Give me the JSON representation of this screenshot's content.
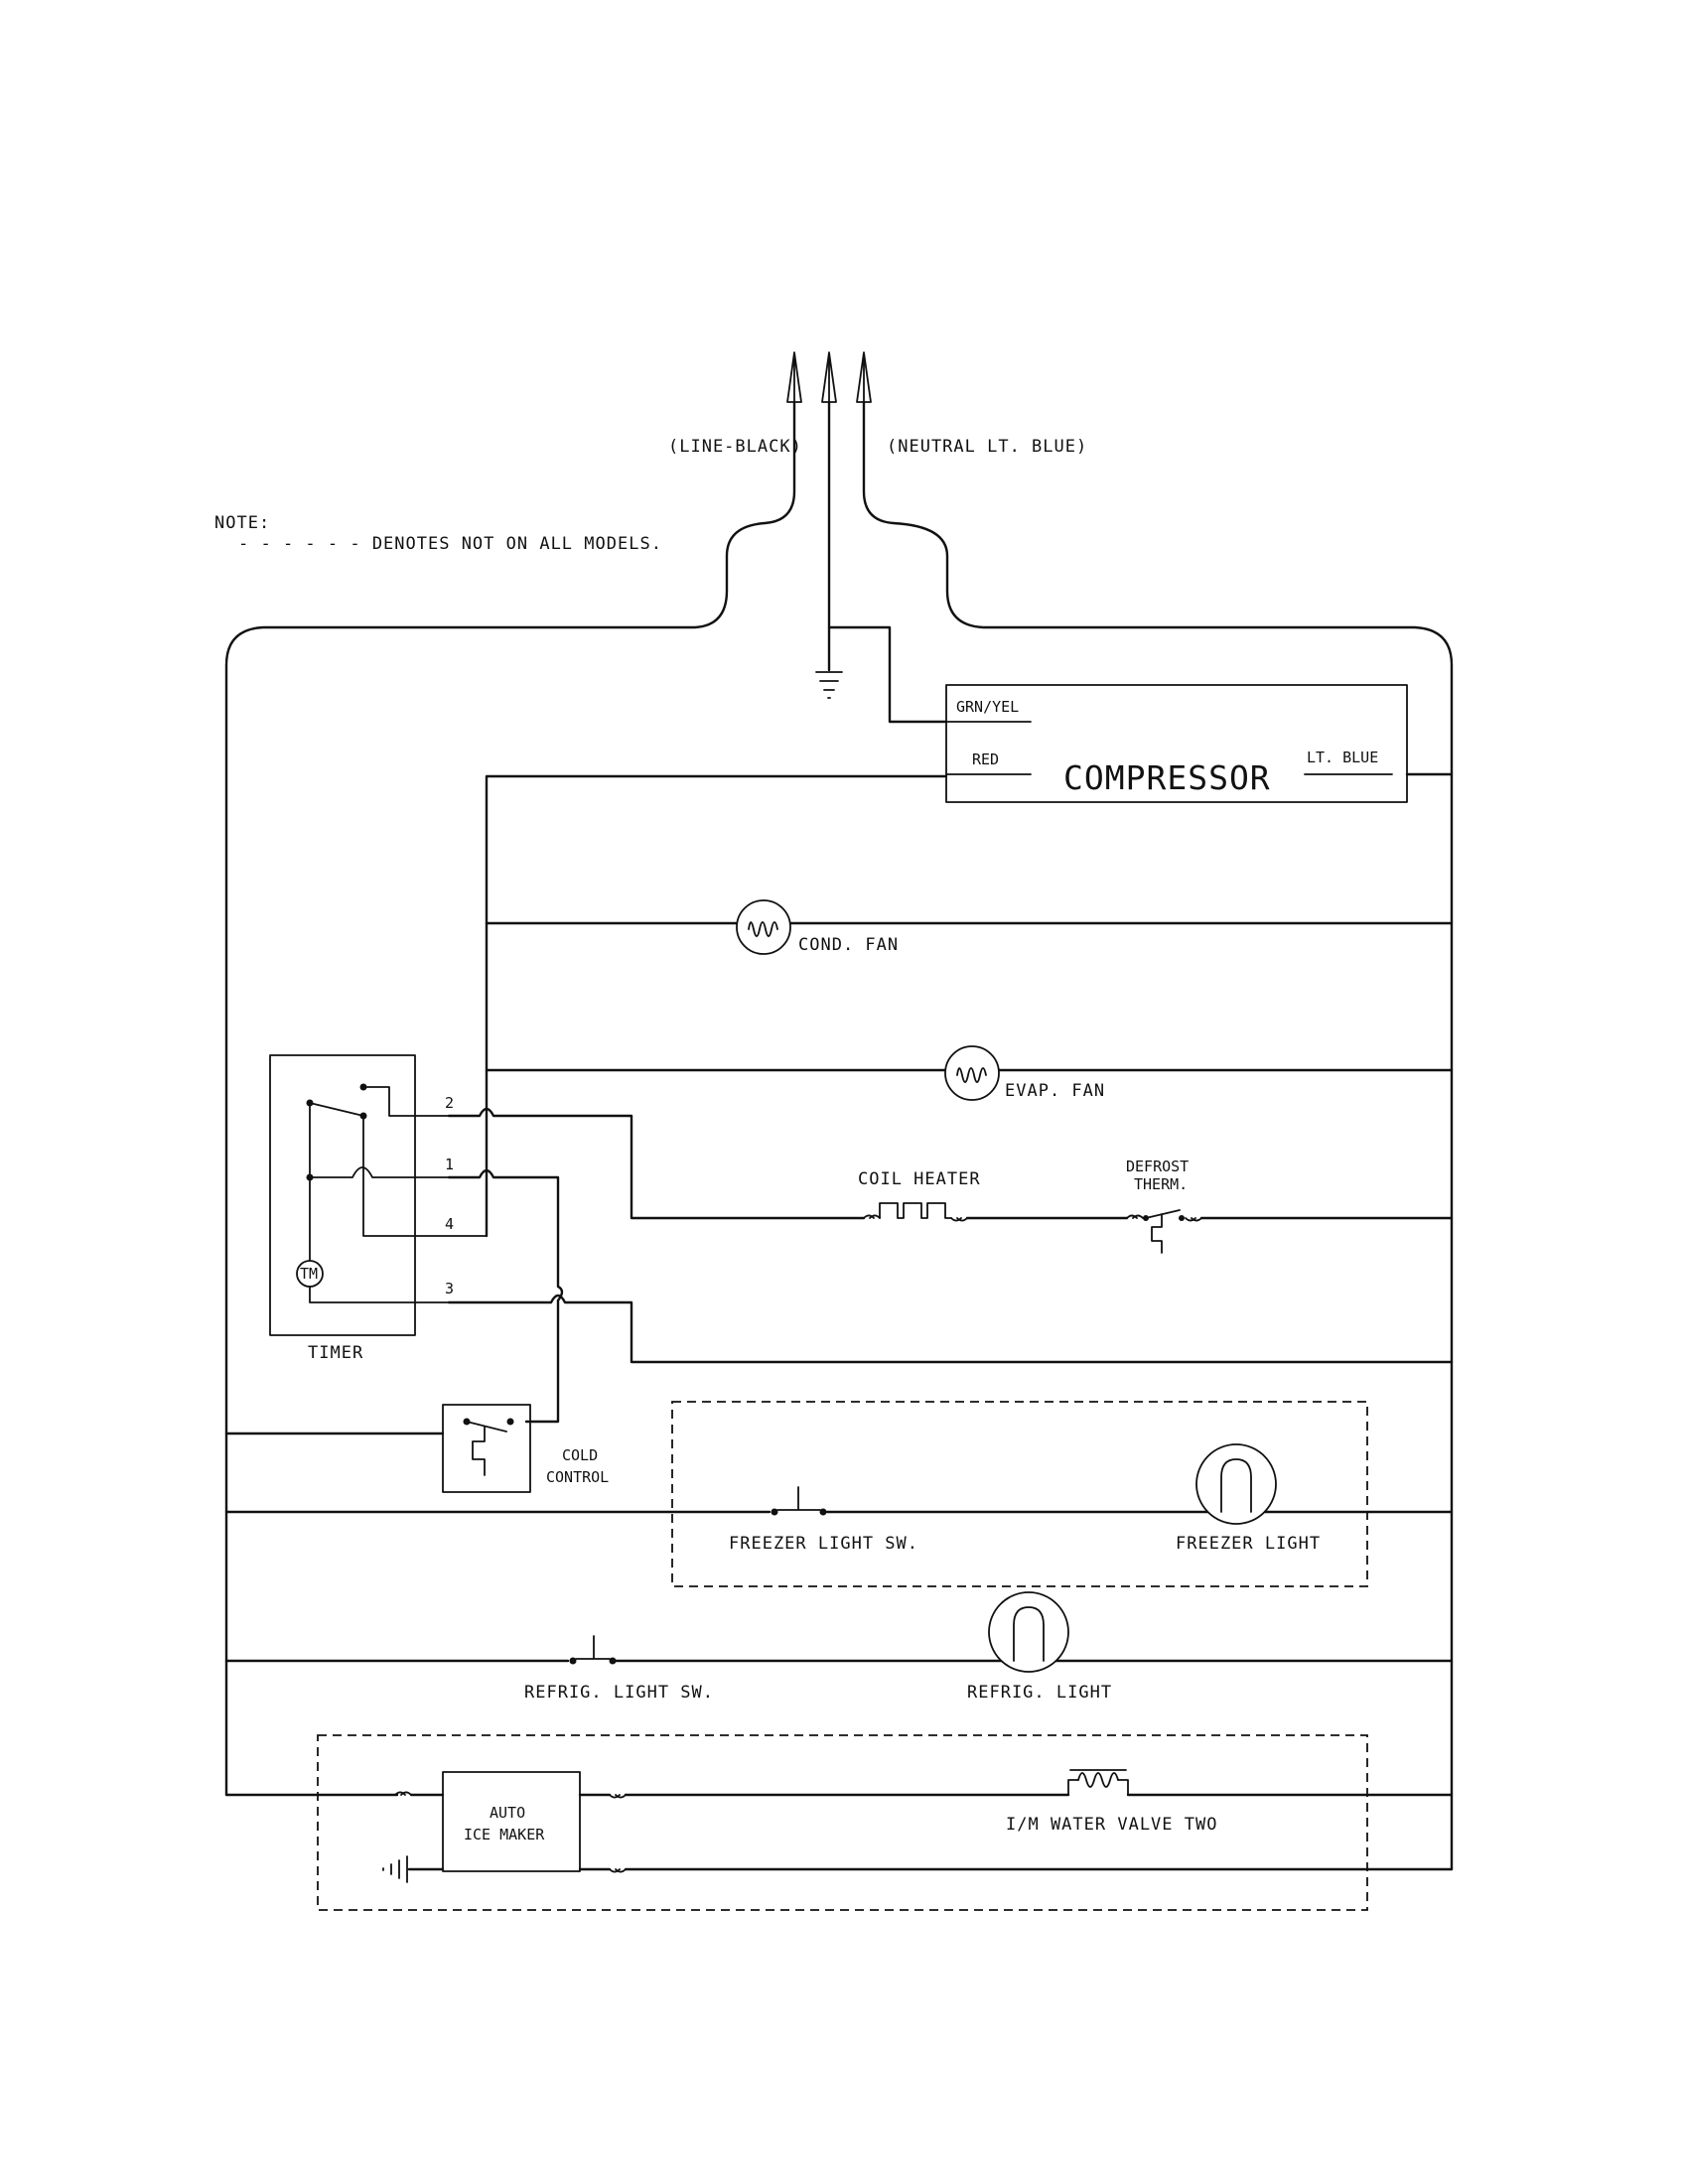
{
  "supply": {
    "line_label": "(LINE-BLACK)",
    "neutral_label": "(NEUTRAL LT. BLUE)"
  },
  "note": {
    "title": "NOTE:",
    "dash_text": "- - - - - - DENOTES NOT ON ALL MODELS."
  },
  "compressor": {
    "title": "COMPRESSOR",
    "grn_yel": "GRN/YEL",
    "red": "RED",
    "lt_blue": "LT. BLUE"
  },
  "components": {
    "cond_fan": "COND. FAN",
    "evap_fan": "EVAP. FAN",
    "coil_heater": "COIL HEATER",
    "defrost_therm_1": "DEFROST",
    "defrost_therm_2": "THERM.",
    "timer": "TIMER",
    "timer_motor": "TM",
    "cold_control_1": "COLD",
    "cold_control_2": "CONTROL",
    "freezer_light_sw": "FREEZER LIGHT SW.",
    "freezer_light": "FREEZER LIGHT",
    "refrig_light_sw": "REFRIG. LIGHT SW.",
    "refrig_light": "REFRIG. LIGHT",
    "auto_ice_maker_1": "AUTO",
    "auto_ice_maker_2": "ICE MAKER",
    "water_valve": "I/M WATER VALVE TWO"
  },
  "timer_terminals": [
    "2",
    "1",
    "4",
    "3"
  ]
}
